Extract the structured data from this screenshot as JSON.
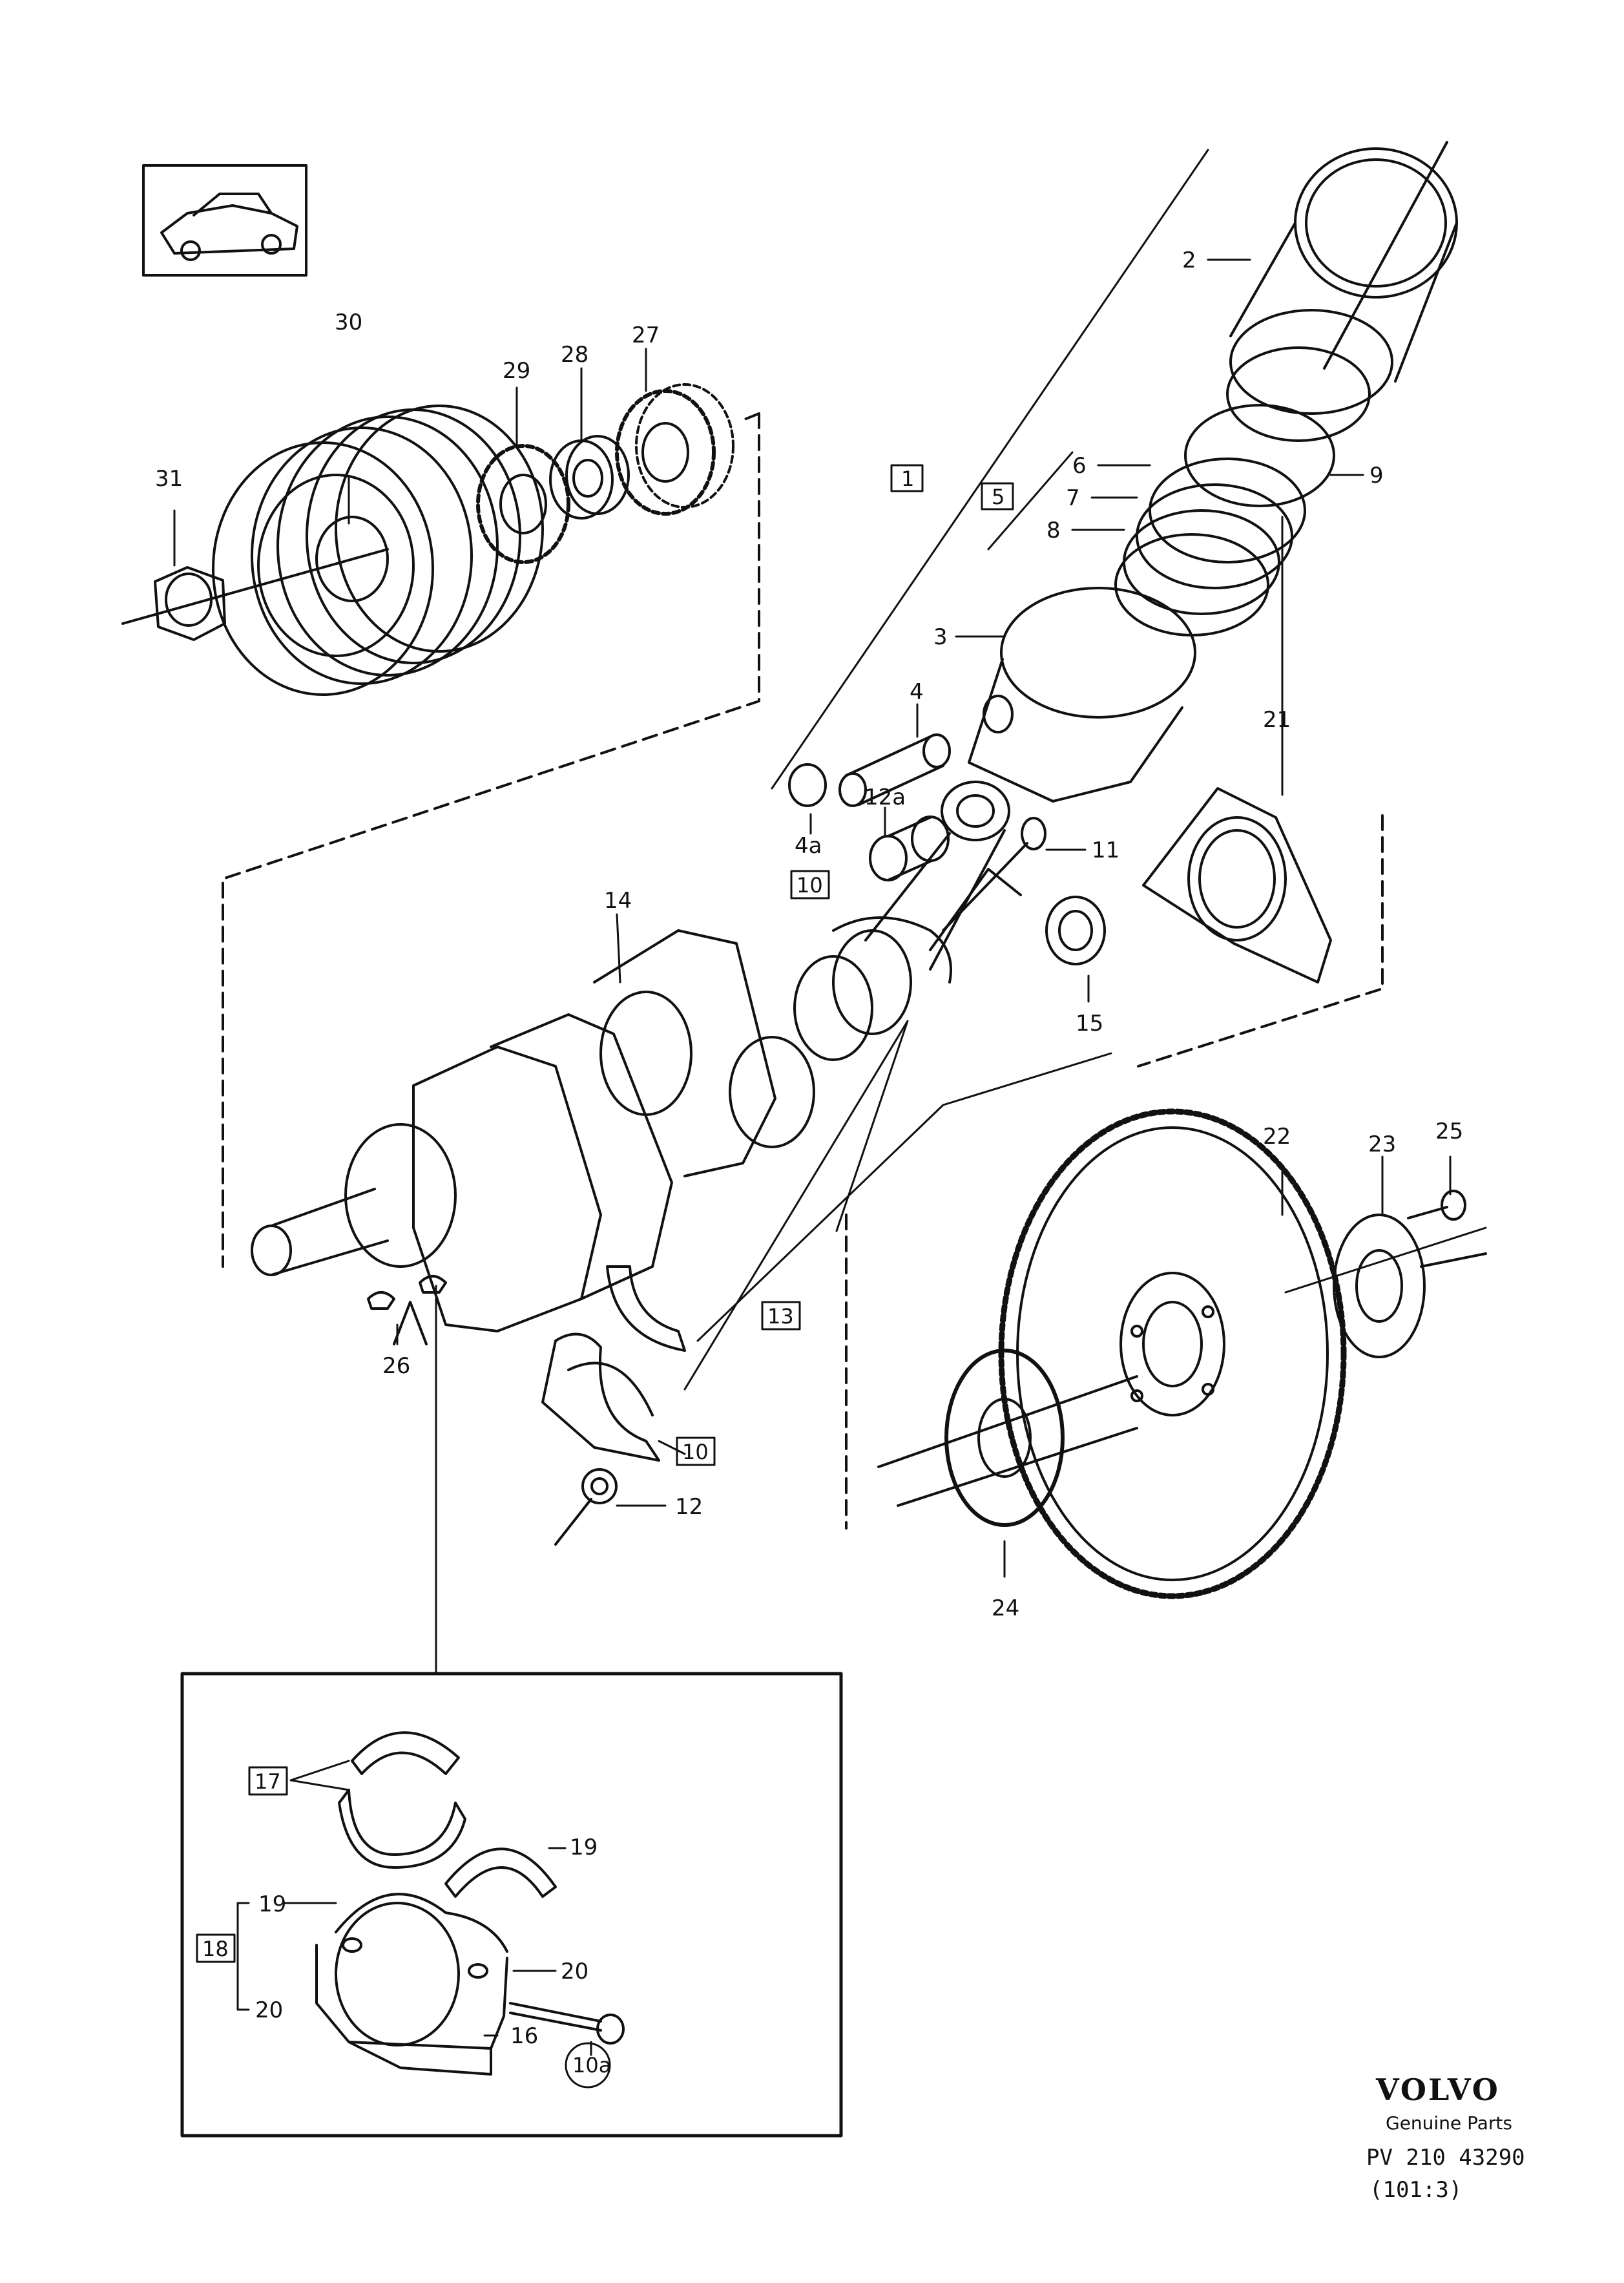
{
  "callouts": {
    "c2": "2",
    "c3": "3",
    "c4": "4",
    "c4a": "4a",
    "c6": "6",
    "c7": "7",
    "c8": "8",
    "c9": "9",
    "c11": "11",
    "c12": "12",
    "c12a": "12a",
    "c14": "14",
    "c15": "15",
    "c16": "16",
    "c19a": "19",
    "c19b": "19",
    "c20a": "20",
    "c20b": "20",
    "c21": "21",
    "c22": "22",
    "c23": "23",
    "c24": "24",
    "c25": "25",
    "c26": "26",
    "c27": "27",
    "c28": "28",
    "c29": "29",
    "c30": "30",
    "c31": "31"
  },
  "boxed_labels": {
    "b1": "1",
    "b5": "5",
    "b10a": "10",
    "b10b": "10",
    "b13": "13",
    "b17": "17",
    "b18": "18"
  },
  "circled_labels": {
    "c10a": "10a"
  },
  "branding": {
    "brand": "VOLVO",
    "tagline": "Genuine Parts",
    "ref_number": "PV 210 43290",
    "ref_code": "(101:3)"
  }
}
